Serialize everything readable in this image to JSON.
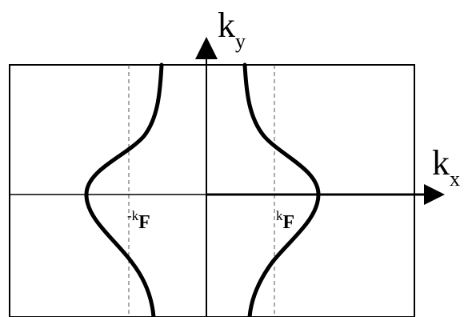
{
  "diagram": {
    "axes": {
      "y_label_main": "k",
      "y_label_sub": "y",
      "x_label_main": "k",
      "x_label_sub": "x"
    },
    "fermi_marks": {
      "left_prefix": "-",
      "left_main": "k",
      "left_sub": "F",
      "right_main": "k",
      "right_sub": "F"
    },
    "colors": {
      "line": "#000000",
      "background": "#ffffff",
      "dashed": "#555555"
    }
  }
}
